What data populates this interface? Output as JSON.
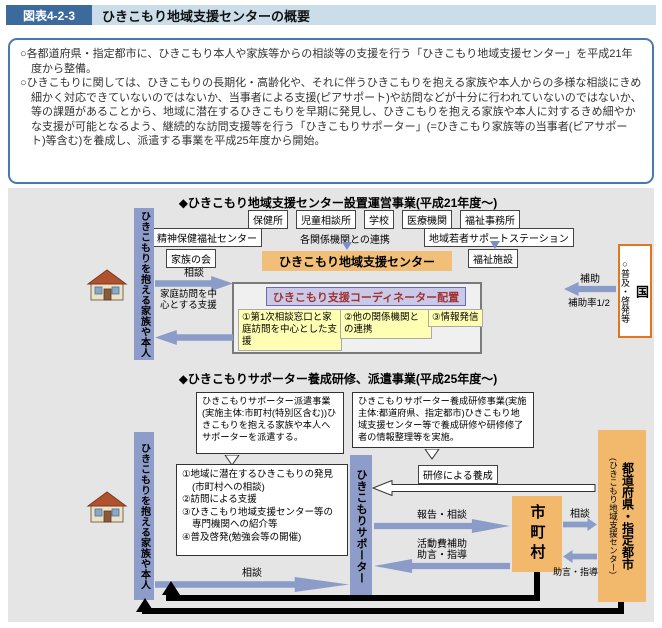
{
  "header": {
    "figure_label": "図表4-2-3",
    "title": "ひきこもり地域支援センターの概要"
  },
  "intro": {
    "para1": "○各都道府県・指定都市に、ひきこもり本人や家族等からの相談等の支援を行う「ひきこもり地域支援センター」を平成21年度から整備。",
    "para2": "○ひきこもりに関しては、ひきこもりの長期化・高齢化や、それに伴うひきこもりを抱える家族や本人からの多様な相談にきめ細かく対応できていないのではないか、当事者による支援(ピアサポート)や訪問などが十分に行われていないのではないか、等の課題があることから、地域に潜在するひきこもりを早期に発見し、ひきこもりを抱える家族や本人に対するきめ細やかな支援が可能となるよう、継続的な訪問支援等を行う「ひきこもりサポーター」(=ひきこもり家族等の当事者(ピアサポート)等含む)を養成し、派遣する事業を平成25年度から開始。"
  },
  "diagram1": {
    "title": "◆ひきこもり地域支援センター設置運営事業(平成21年度〜)",
    "family_banner": "ひきこもりを抱える家族や本人",
    "orgs": {
      "hokenjo": "保健所",
      "jidosodanjo": "児童相談所",
      "gakko": "学校",
      "iryokikan": "医療機関",
      "fukushijimusho": "福祉事務所",
      "seishinhoken": "精神保健福祉センター",
      "wakamono": "地域若者サポートステーション",
      "kazokunokai": "家族の会",
      "fukushishisetsu": "福祉施設"
    },
    "renkei_label": "各関係機関との連携",
    "center_name": "ひきこもり地域支援センター",
    "coordinator": "ひきこもり支援コーディネーター配置",
    "task1": "①第1次相談窓口と家庭訪問を中心とした支援",
    "task2": "②他の関係機関との連携",
    "task3": "③情報発信",
    "sodan_label": "相談",
    "katei_homon_label": "家庭訪問を中心とする支援",
    "hojo_label": "補助",
    "hojo_rate": "補助率1/2",
    "kuni_label": "国",
    "kuni_note": "○普及・啓発等"
  },
  "diagram2": {
    "title": "◆ひきこもりサポーター養成研修、派遣事業(平成25年度〜)",
    "family_banner": "ひきこもりを抱える家族や本人",
    "callout_haken": "ひきこもりサポーター派遣事業(実施主体:市町村(特別区含む))ひきこもりを抱える家族や本人へサポーターを派遣する。",
    "callout_yosei": "ひきこもりサポーター養成研修事業(実施主体:都道府県、指定都市)ひきこもり地域支援センター等で養成研修や研修修了者の情報整理等を実施。",
    "tasks": [
      "①地域に潜在するひきこもりの発見(市町村への相談)",
      "②訪問による支援",
      "③ひきこもり地域支援センター等の専門機関への紹介等",
      "④普及啓発(勉強会等の開催)"
    ],
    "supporter_banner": "ひきこもりサポーター",
    "shichoson": "市町村",
    "todofuken": "都道府県・指定都市",
    "todofuken_sub": "(ひきこもり地域支援センター)",
    "kenshu_label": "研修による養成",
    "hokoku_label": "報告・相談",
    "katsudohi_line1": "活動費補助",
    "katsudohi_line2": "助言・指導",
    "sodan_mid_label": "相談",
    "jogen_label": "助言・指導",
    "sodan_bottom_label": "相談"
  },
  "colors": {
    "header_blue": "#3c6a9d",
    "header_bar": "#cbdde9",
    "intro_border": "#4a79b0",
    "diagram_bg": "#e5e5e5",
    "arrow_blue": "#8b9cc8",
    "center_orange": "#f2bf79",
    "box_orange": "#f2b96d",
    "kuni_border": "#e0761f",
    "task_yellow": "#ffffb3",
    "coordinator_bg": "#cacae8",
    "coordinator_text": "#a03232"
  }
}
